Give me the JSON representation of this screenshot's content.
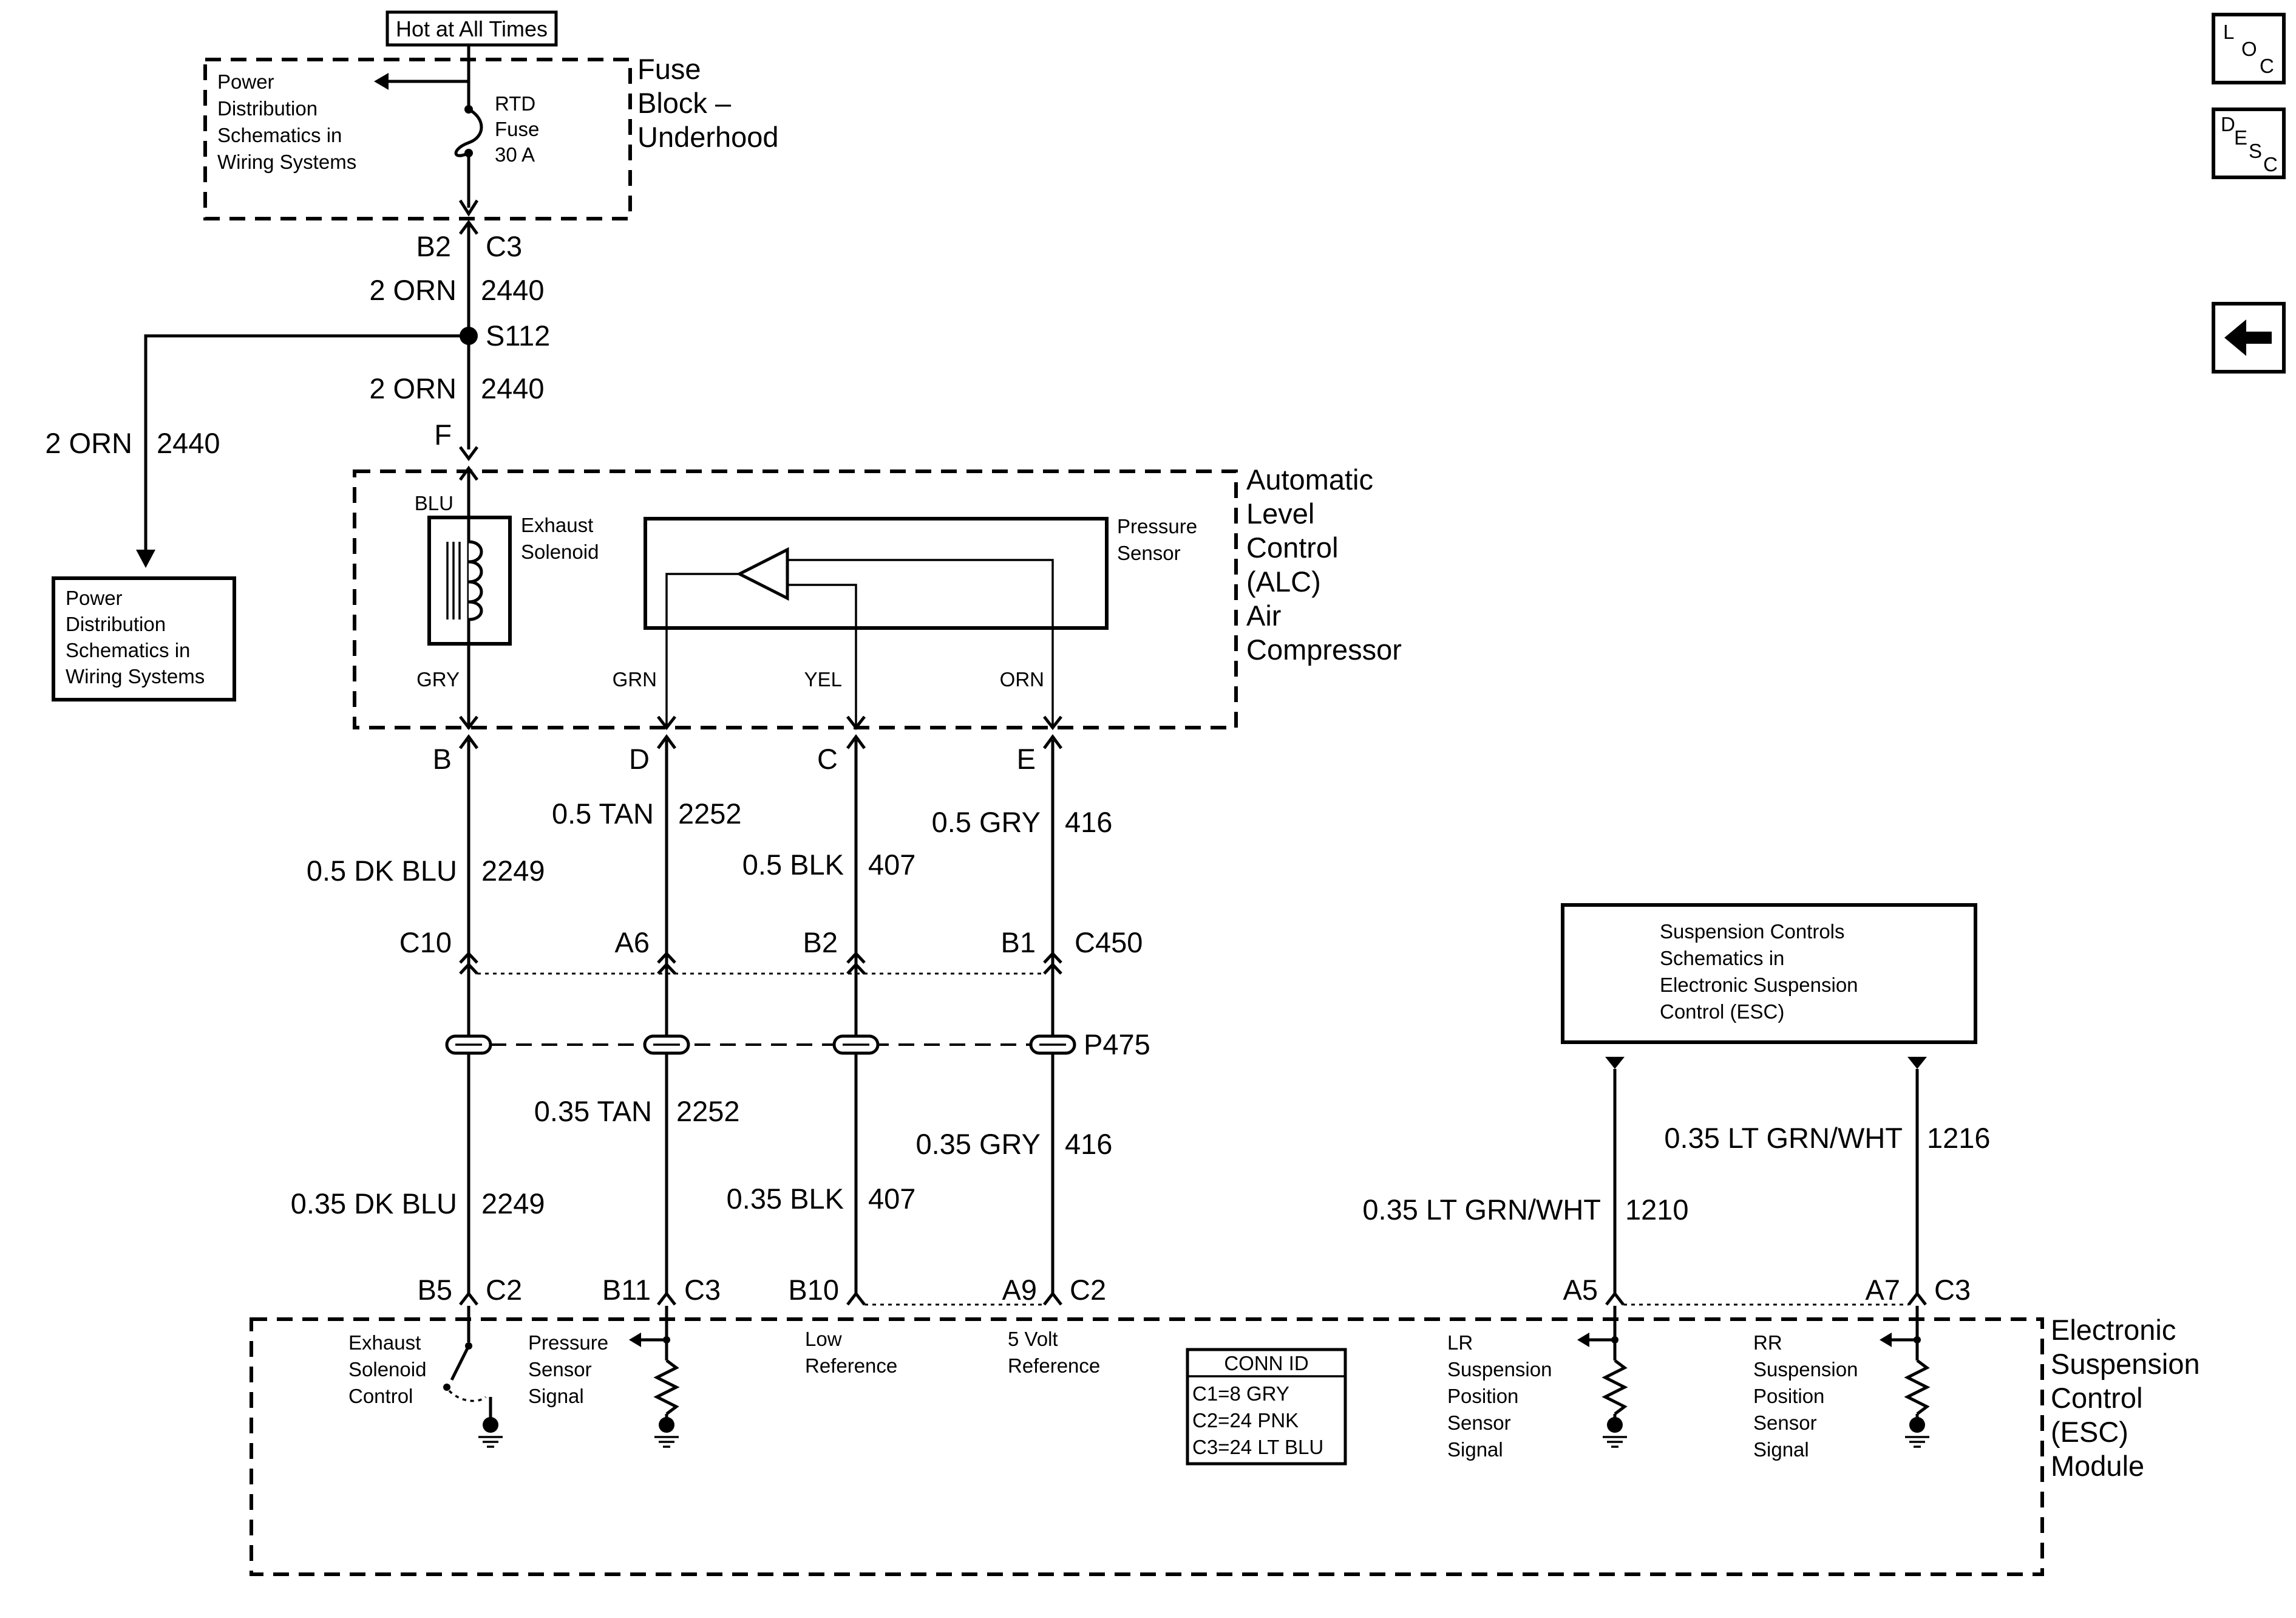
{
  "fuse_block": {
    "hot_label": "Hot at All Times",
    "name_lines": [
      "Fuse",
      "Block –",
      "Underhood"
    ],
    "ref_lines": [
      "Power",
      "Distribution",
      "Schematics in",
      "Wiring Systems"
    ],
    "fuse_lines": [
      "RTD",
      "Fuse",
      "30 A"
    ]
  },
  "upper_wire": {
    "pin_left": "B2",
    "pin_right": "C3",
    "color1": "2 ORN",
    "circuit1": "2440",
    "splice": "S112",
    "color2": "2 ORN",
    "circuit2": "2440",
    "pin_bottom": "F",
    "branch_color": "2 ORN",
    "branch_circuit": "2440"
  },
  "power_ref_box": [
    "Power",
    "Distribution",
    "Schematics in",
    "Wiring Systems"
  ],
  "compressor": {
    "name_lines": [
      "Automatic",
      "Level",
      "Control",
      "(ALC)",
      "Air",
      "Compressor"
    ],
    "solenoid_lines": [
      "Exhaust",
      "Solenoid"
    ],
    "sensor_lines": [
      "Pressure",
      "Sensor"
    ],
    "wire_blu": "BLU",
    "wire_gry": "GRY",
    "wire_grn": "GRN",
    "wire_yel": "YEL",
    "wire_orn": "ORN"
  },
  "compressor_pins": {
    "b": "B",
    "d": "D",
    "c": "C",
    "e": "E"
  },
  "mid_wires": {
    "w1_color": "0.5 DK BLU",
    "w1_circuit": "2249",
    "w2_color": "0.5 TAN",
    "w2_circuit": "2252",
    "w3_color": "0.5 BLK",
    "w3_circuit": "407",
    "w4_color": "0.5 GRY",
    "w4_circuit": "416"
  },
  "c450": {
    "p1": "C10",
    "p2": "A6",
    "p3": "B2",
    "p4": "B1",
    "name": "C450"
  },
  "p475": {
    "name": "P475"
  },
  "low_wires": {
    "w1_color": "0.35 DK BLU",
    "w1_circuit": "2249",
    "w2_color": "0.35 TAN",
    "w2_circuit": "2252",
    "w3_color": "0.35 BLK",
    "w3_circuit": "407",
    "w4_color": "0.35 GRY",
    "w4_circuit": "416",
    "w5_color": "0.35 LT GRN/WHT",
    "w5_circuit": "1210",
    "w6_color": "0.35 LT GRN/WHT",
    "w6_circuit": "1216"
  },
  "susp_ref_box": [
    "Suspension Controls",
    "Schematics in",
    "Electronic Suspension",
    "Control (ESC)"
  ],
  "esc_pins": {
    "b5": "B5",
    "c2a": "C2",
    "b11": "B11",
    "c3a": "C3",
    "b10": "B10",
    "a9": "A9",
    "c2b": "C2",
    "a5": "A5",
    "a7": "A7",
    "c3b": "C3"
  },
  "esc_module": {
    "name_lines": [
      "Electronic",
      "Suspension",
      "Control",
      "(ESC)",
      "Module"
    ],
    "exhaust_ctrl": [
      "Exhaust",
      "Solenoid",
      "Control"
    ],
    "pressure_sig": [
      "Pressure",
      "Sensor",
      "Signal"
    ],
    "low_ref": [
      "Low",
      "Reference"
    ],
    "five_volt": [
      "5 Volt",
      "Reference"
    ],
    "lr_sensor": [
      "LR",
      "Suspension",
      "Position",
      "Sensor",
      "Signal"
    ],
    "rr_sensor": [
      "RR",
      "Suspension",
      "Position",
      "Sensor",
      "Signal"
    ]
  },
  "conn_id": {
    "title": "CONN ID",
    "c1": "C1=8 GRY",
    "c2": "C2=24 PNK",
    "c3": "C3=24 LT BLU"
  },
  "nav_buttons": {
    "loc": {
      "l": "L",
      "o": "O",
      "c": "C"
    },
    "desc": {
      "d": "D",
      "e": "E",
      "s": "S",
      "c": "C"
    },
    "back_icon": "left-arrow-icon"
  }
}
